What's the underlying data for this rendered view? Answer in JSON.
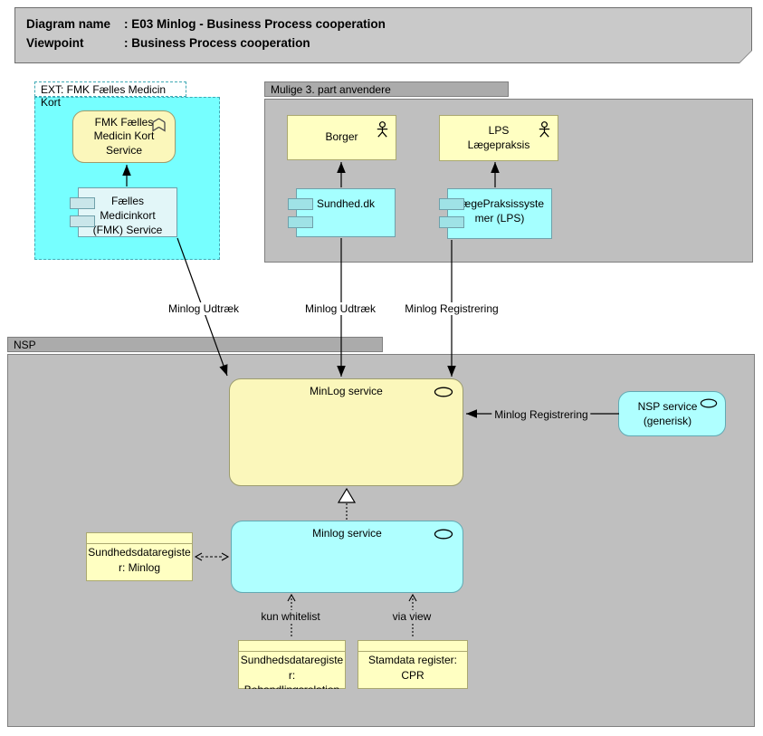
{
  "diagram": {
    "title_rows": [
      {
        "label": "Diagram name",
        "colon": ":",
        "value": "E03 Minlog - Business Process cooperation"
      },
      {
        "label": "Viewpoint",
        "colon": ":",
        "value": "Business Process cooperation"
      }
    ]
  },
  "groups": {
    "ext": {
      "label": "EXT: FMK Fælles Medicin Kort"
    },
    "third_party": {
      "label": "Mulige 3. part anvendere"
    },
    "nsp": {
      "label": "NSP"
    }
  },
  "nodes": {
    "fmk_service": {
      "label": "FMK Fælles\nMedicin Kort\nService",
      "icon": "function-icon"
    },
    "fmk_component": {
      "label": "Fælles\nMedicinkort\n(FMK) Service",
      "icon": "component-icon"
    },
    "borger": {
      "label": "Borger",
      "icon": "actor-icon"
    },
    "lps_actor": {
      "label": "LPS\nLægepraksis",
      "icon": "actor-icon"
    },
    "sundhed_dk": {
      "label": "Sundhed.dk",
      "icon": "component-icon"
    },
    "lps_system": {
      "label": "LægePraksissyste\nmer (LPS)",
      "icon": "component-icon"
    },
    "minlog_service_main": {
      "label": "MinLog service",
      "icon": "service-oval-icon"
    },
    "nsp_service_generic": {
      "label": "NSP service\n(generisk)",
      "icon": "service-oval-icon"
    },
    "minlog_service_inner": {
      "label": "Minlog service",
      "icon": "service-oval-icon"
    },
    "sdr_minlog": {
      "label": "Sundhedsdataregiste\nr: Minlog"
    },
    "sdr_behandlingsrelation": {
      "label": "Sundhedsdataregiste\nr:\nBehandlingsrelation"
    },
    "stamdata_cpr": {
      "label": "Stamdata register:\nCPR"
    }
  },
  "edges": {
    "fmk_to_minlog": {
      "label": "Minlog Udtræk"
    },
    "sundhed_to_minlog": {
      "label": "Minlog Udtræk"
    },
    "lps_to_minlog": {
      "label": "Minlog Registrering"
    },
    "nsp_service_to_minlog": {
      "label": "Minlog Registrering"
    },
    "behandling_to_minlog": {
      "label": "kun whitelist"
    },
    "cpr_to_minlog": {
      "label": "via view"
    }
  },
  "colors": {
    "group_tab_gray": "#ababab",
    "group_body_gray": "#bfbfbf",
    "ext_group_cyan": "#76ffff",
    "component_cyan": "#a5ffff",
    "service_cyan": "#afffff",
    "element_yellow": "#ffffc2",
    "service_yellow": "#fbf7bb",
    "title_gray": "#c9c9c9",
    "connector": "#000000"
  }
}
